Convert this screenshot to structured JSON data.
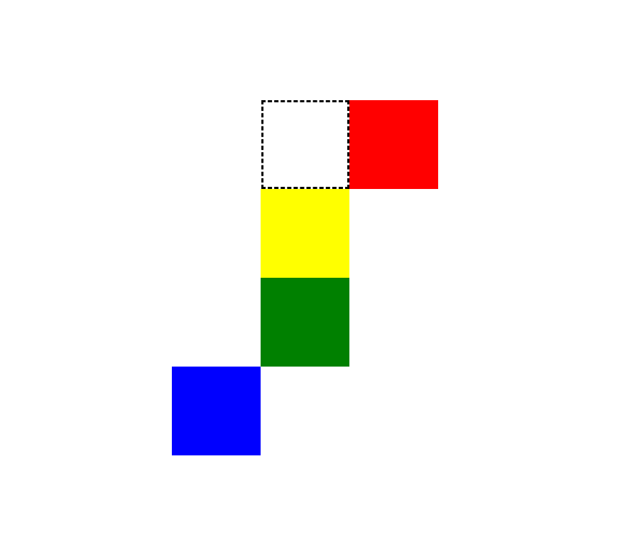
{
  "board": {
    "tiles": [
      {
        "name": "empty-slot",
        "color": "#ffffff",
        "empty": true
      },
      {
        "name": "red-block",
        "color": "#ff0000",
        "empty": false
      },
      {
        "name": "yellow-block",
        "color": "#ffff00",
        "empty": false
      },
      {
        "name": "green-block",
        "color": "#008000",
        "empty": false
      },
      {
        "name": "blue-block",
        "color": "#0000ff",
        "empty": false
      }
    ]
  }
}
